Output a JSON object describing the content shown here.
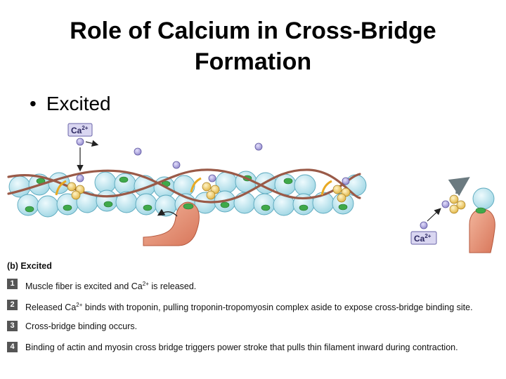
{
  "title": {
    "line1": "Role of Calcium in Cross-Bridge",
    "line2": "Formation"
  },
  "bullet": "Excited",
  "diagram": {
    "ion_label_base": "Ca",
    "ion_label_charge": "2+"
  },
  "caption": {
    "heading": "(b)  Excited",
    "steps": [
      {
        "num": "1",
        "pre": "Muscle fiber is excited and Ca",
        "sup": "2+",
        "post": " is released."
      },
      {
        "num": "2",
        "pre": "Released Ca",
        "sup": "2+",
        "post": " binds with troponin, pulling troponin-tropomyosin complex aside to expose cross-bridge binding site."
      },
      {
        "num": "3",
        "pre": "Cross-bridge binding occurs.",
        "sup": "",
        "post": ""
      },
      {
        "num": "4",
        "pre": "Binding of actin and myosin cross bridge triggers power stroke that pulls thin filament inward during contraction.",
        "sup": "",
        "post": ""
      }
    ]
  },
  "colors": {
    "actin": "#c9ecf3",
    "actin_stroke": "#5aa8bd",
    "binding_site": "#3fa94a",
    "tropomyosin": "#9a5a48",
    "troponin": "#f2cf63",
    "calcium": "#b9b3e6",
    "myosin": "#e7967a"
  }
}
